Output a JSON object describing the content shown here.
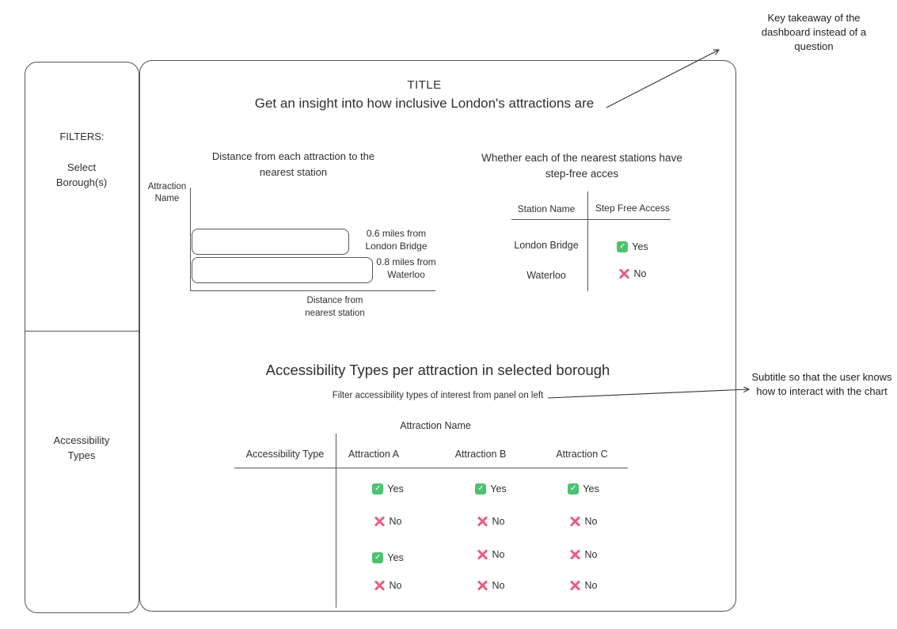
{
  "colors": {
    "yes_green": "#4cc36f",
    "no_pink": "#ec5c83",
    "line": "#555555"
  },
  "sidebar": {
    "filters_label": "FILTERS:",
    "sections": [
      {
        "label": "Select Borough(s)"
      },
      {
        "label": "Accessibility Types"
      }
    ]
  },
  "header": {
    "title": "TITLE",
    "subtitle": "Get an insight into how inclusive London's attractions are"
  },
  "distance_chart": {
    "title": "Distance from each attraction to the nearest station",
    "y_axis_label": "Attraction Name",
    "x_axis_label": "Distance from nearest station",
    "bars": [
      {
        "label": "0.6 miles from London Bridge",
        "value_miles": 0.6
      },
      {
        "label": "0.8 miles from Waterloo",
        "value_miles": 0.8
      }
    ]
  },
  "station_table": {
    "title": "Whether each of the nearest stations have step-free acces",
    "columns": [
      "Station Name",
      "Step Free Access"
    ],
    "rows": [
      {
        "station": "London Bridge",
        "access": "Yes"
      },
      {
        "station": "Waterloo",
        "access": "No"
      }
    ]
  },
  "accessibility_section": {
    "title": "Accessibility Types per attraction in selected borough",
    "subtitle": "Filter accessibility types of interest from panel on left",
    "matrix": {
      "group_header": "Attraction Name",
      "row_header": "Accessibility Type",
      "columns": [
        "Attraction A",
        "Attraction B",
        "Attraction C"
      ],
      "rows": [
        [
          "Yes",
          "Yes",
          "Yes"
        ],
        [
          "No",
          "No",
          "No"
        ],
        [
          "Yes",
          "No",
          "No"
        ],
        [
          "No",
          "No",
          "No"
        ]
      ]
    }
  },
  "annotations": {
    "key_takeaway": "Key takeaway of the dashboard instead of a question",
    "subtitle_note": "Subtitle so that the user knows how to interact with the chart"
  }
}
